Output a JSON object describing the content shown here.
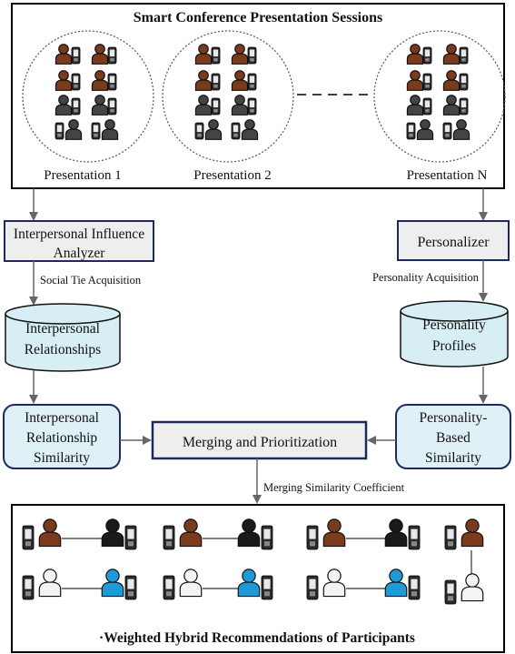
{
  "sessions": {
    "title": "Smart Conference Presentation Sessions",
    "presentations": [
      "Presentation 1",
      "Presentation 2",
      "Presentation N"
    ]
  },
  "left": {
    "analyzer": [
      "Interpersonal Influence",
      "Analyzer"
    ],
    "acquisition": "Social Tie Acquisition",
    "store": [
      "Interpersonal",
      "Relationships"
    ],
    "similarity": [
      "Interpersonal",
      "Relationship",
      "Similarity"
    ]
  },
  "right": {
    "personalizer": "Personalizer",
    "acquisition": "Personality Acquisition",
    "store": [
      "Personality",
      "Profiles"
    ],
    "similarity": [
      "Personality-",
      "Based",
      "Similarity"
    ]
  },
  "merge": {
    "label": "Merging and Prioritization",
    "coefficient": "Merging Similarity Coefficient"
  },
  "output": {
    "title": "·Weighted Hybrid Recommendations of Participants"
  },
  "colors": {
    "person_brown": "#7a3a1c",
    "person_dark": "#444444",
    "person_black": "#1a1a1a",
    "person_blue": "#1e9ad6",
    "person_white": "#f4f4f4",
    "box_fill": "#eeeeee",
    "box_border": "#1f2a5c",
    "cylinder_fill": "#d6eef4",
    "rounded_fill": "#dff0f6",
    "arrow": "#666666"
  },
  "icons": [
    "person-icon",
    "mobile-device-icon"
  ]
}
